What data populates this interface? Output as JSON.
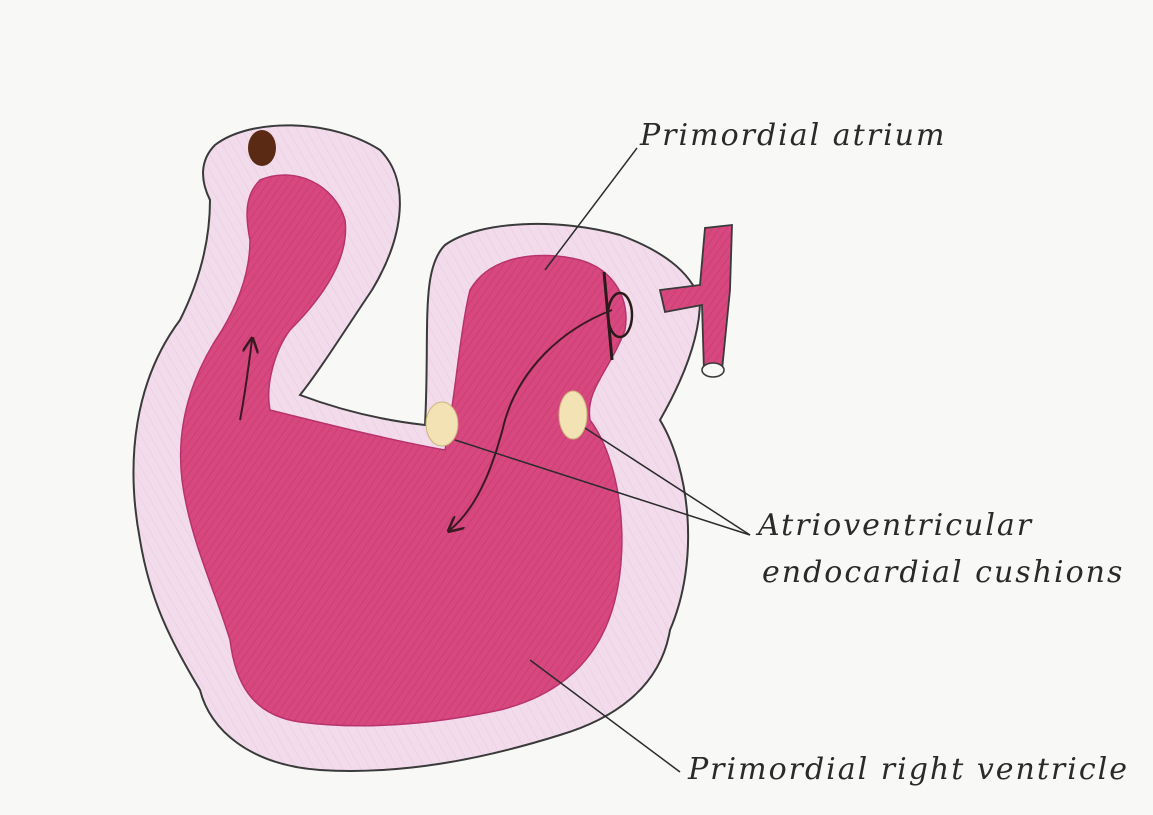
{
  "labels": {
    "atrium": "Primordial atrium",
    "cushions_line1": "Atrioventricular",
    "cushions_line2": "endocardial cushions",
    "ventricle": "Primordial right ventricle"
  },
  "colors": {
    "paper": "#f8f8f6",
    "chamber_fill": "#d94882",
    "wall_fill": "#f1d9ec",
    "cushion_fill": "#f3e3b4",
    "outline": "#3a3a3a",
    "pointer_line": "#2b2b2b",
    "dark_spot": "#5a2a14"
  }
}
